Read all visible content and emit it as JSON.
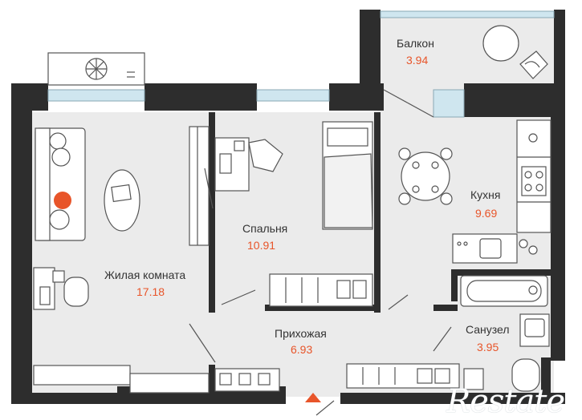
{
  "rooms": {
    "balcony": {
      "name": "Балкон",
      "area": "3.94"
    },
    "living": {
      "name": "Жилая комната",
      "area": "17.18"
    },
    "bedroom": {
      "name": "Спальня",
      "area": "10.91"
    },
    "kitchen": {
      "name": "Кухня",
      "area": "9.69"
    },
    "hallway": {
      "name": "Прихожая",
      "area": "6.93"
    },
    "bathroom": {
      "name": "Санузел",
      "area": "3.95"
    }
  },
  "logo": "Restate",
  "colors": {
    "wall": "#2d2d2d",
    "floor": "#ebebeb",
    "furniture_line": "#555555",
    "area_text": "#e8552a",
    "window": "#cfe6ef",
    "entrance_marker": "#e8552a"
  }
}
